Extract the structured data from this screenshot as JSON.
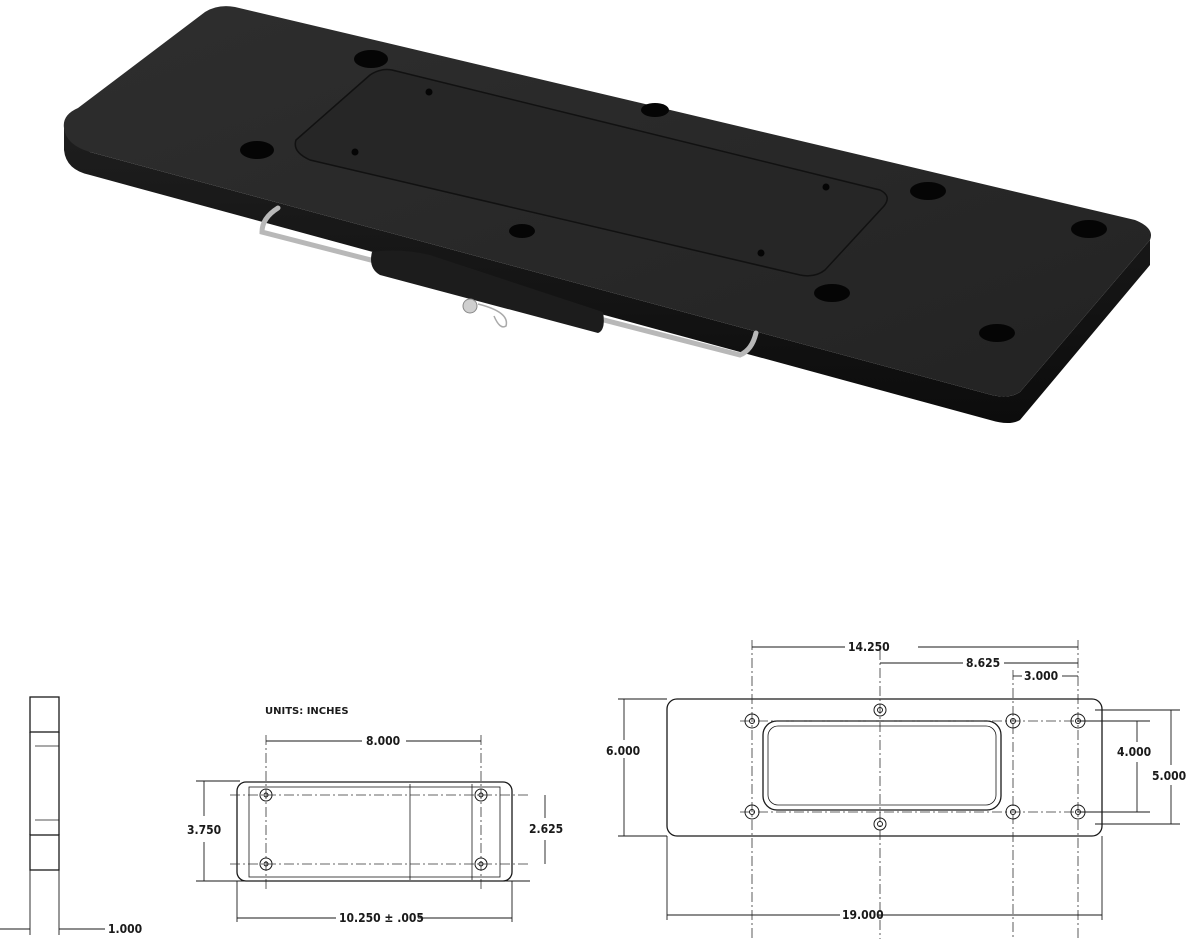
{
  "product_photo": {
    "description": "black-mounting-plate-with-stainless-lock-pin",
    "colors": {
      "plate_top": "#2a2a2a",
      "plate_side": "#141414",
      "inset_plate": "#262626",
      "hole": "#050505",
      "rod": "#b8b8b8",
      "latch": "#1c1c1c"
    }
  },
  "side_view": {
    "thickness_label": "1.000"
  },
  "small_plate_view": {
    "units_label": "UNITS: INCHES",
    "hole_spacing_x": "8.000",
    "height": "3.750",
    "hole_spacing_y": "2.625",
    "length": "10.250 ± .005"
  },
  "large_plate_view": {
    "outer_hole_span": "14.250",
    "center_to_right": "8.625",
    "right_hole_spacing": "3.000",
    "height": "6.000",
    "inner_hole_spacing_y": "4.000",
    "outer_hole_spacing_y": "5.000",
    "length": "19.000"
  }
}
